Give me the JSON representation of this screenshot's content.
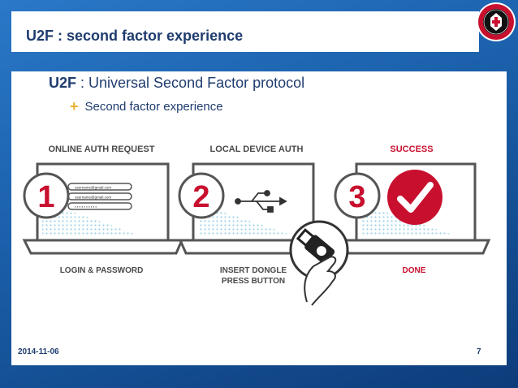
{
  "slide": {
    "title": "U2F : second factor experience",
    "bullet_main_bold": "U2F",
    "bullet_main_rest": " : Universal Second Factor protocol",
    "bullet_sub_marker": "+",
    "bullet_sub": "Second factor experience",
    "date": "2014-11-06",
    "page_number": "7"
  },
  "steps": [
    {
      "number": "1",
      "header": "ONLINE AUTH REQUEST",
      "footer_line1": "LOGIN & PASSWORD",
      "footer_line2": ""
    },
    {
      "number": "2",
      "header": "LOCAL DEVICE AUTH",
      "footer_line1": "INSERT DONGLE",
      "footer_line2": "PRESS BUTTON"
    },
    {
      "number": "3",
      "header": "SUCCESS",
      "footer_line1": "DONE",
      "footer_line2": ""
    }
  ],
  "login_form": {
    "field1": "username@gmail.com",
    "field2": "username@gmail.com",
    "field3": "• • • • • • • • • •"
  },
  "colors": {
    "accent_red": "#c8102e",
    "header_gray": "#4a4a4a",
    "title_navy": "#1f3c6e",
    "laptop_dark": "#555555",
    "bullet_gold": "#e8b030"
  },
  "icons": [
    "usb-icon",
    "checkmark-icon",
    "usb-dongle-icon",
    "hand-icon",
    "university-seal-logo"
  ]
}
